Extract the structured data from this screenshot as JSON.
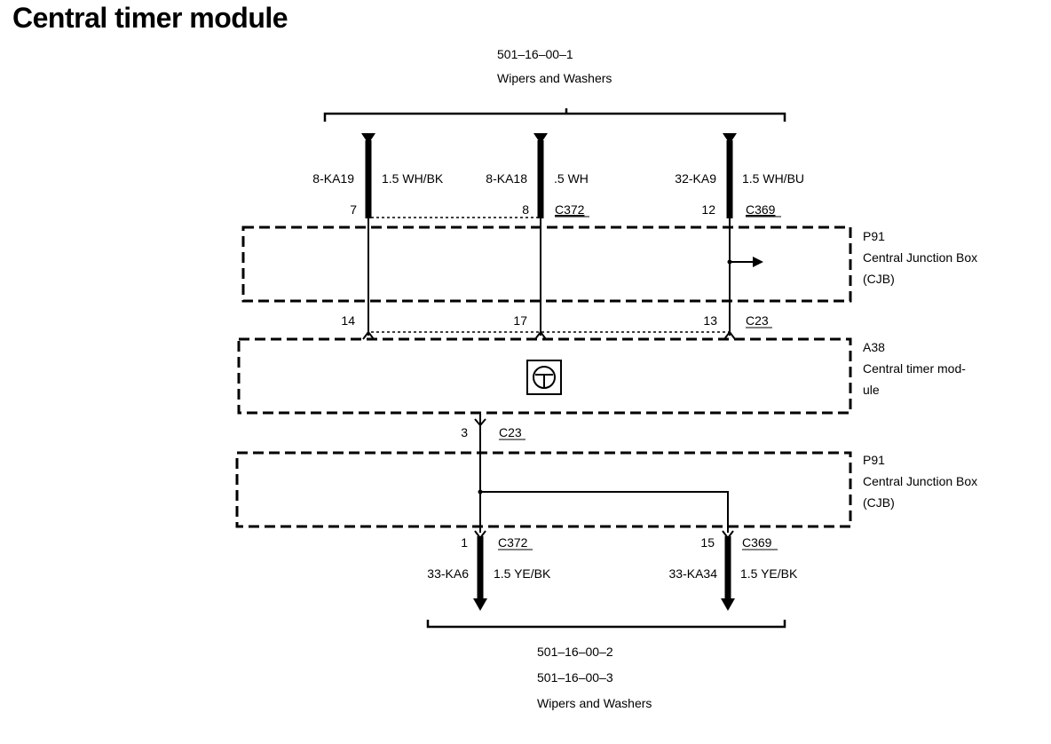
{
  "title": "Central timer module",
  "top_ref": {
    "code": "501–16–00–1",
    "name": "Wipers and Washers"
  },
  "bottom_ref": {
    "code1": "501–16–00–2",
    "code2": "501–16–00–3",
    "name": "Wipers and Washers"
  },
  "top_wires": [
    {
      "circuit": "8-KA19",
      "spec": "1.5 WH/BK",
      "pin": "7",
      "connector": "",
      "cjb_pin": "14",
      "ctm_connector": ""
    },
    {
      "circuit": "8-KA18",
      "spec": ".5 WH",
      "pin": "8",
      "connector": "C372",
      "cjb_pin": "17",
      "ctm_connector": ""
    },
    {
      "circuit": "32-KA9",
      "spec": "1.5 WH/BU",
      "pin": "12",
      "connector": "C369",
      "cjb_pin": "13",
      "ctm_connector": "C23"
    }
  ],
  "cjb_top": {
    "id": "P91",
    "name1": "Central Junction Box",
    "name2": "(CJB)"
  },
  "ctm": {
    "id": "A38",
    "name1": "Central timer mod-",
    "name2": "ule",
    "out_pin": "3",
    "out_connector": "C23",
    "icon": "transistor-icon"
  },
  "cjb_bottom": {
    "id": "P91",
    "name1": "Central Junction Box",
    "name2": "(CJB)"
  },
  "bottom_wires": [
    {
      "pin": "1",
      "connector": "C372",
      "circuit": "33-KA6",
      "spec": "1.5 YE/BK"
    },
    {
      "pin": "15",
      "connector": "C369",
      "circuit": "33-KA34",
      "spec": "1.5 YE/BK"
    }
  ]
}
